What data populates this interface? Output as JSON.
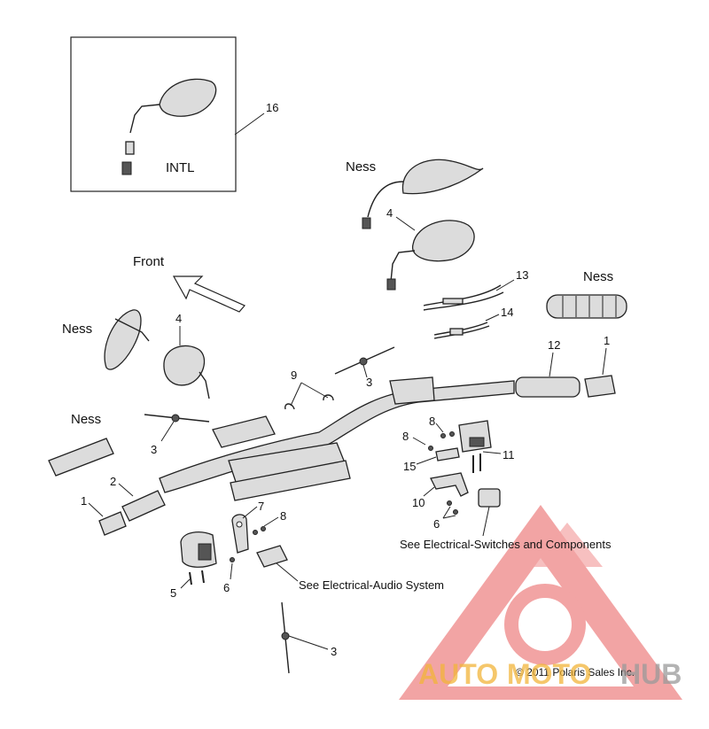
{
  "inset": {
    "label": "INTL",
    "callout": "16"
  },
  "callouts": [
    "1",
    "2",
    "1",
    "3",
    "3",
    "3",
    "4",
    "4",
    "5",
    "6",
    "6",
    "7",
    "8",
    "8",
    "8",
    "9",
    "10",
    "11",
    "12",
    "13",
    "14",
    "15"
  ],
  "labels": {
    "ness": "Ness",
    "front": "Front",
    "see_switches": "See Electrical-Switches and Components",
    "see_audio": "See Electrical-Audio System",
    "copyright": "© 2011 Polaris Sales Inc."
  },
  "watermark": {
    "text_auto": "AUTO",
    "text_moto": "MOTO",
    "text_hub": "HUB",
    "colors": {
      "red": "#e23b3b",
      "orange": "#f2b53a"
    }
  }
}
